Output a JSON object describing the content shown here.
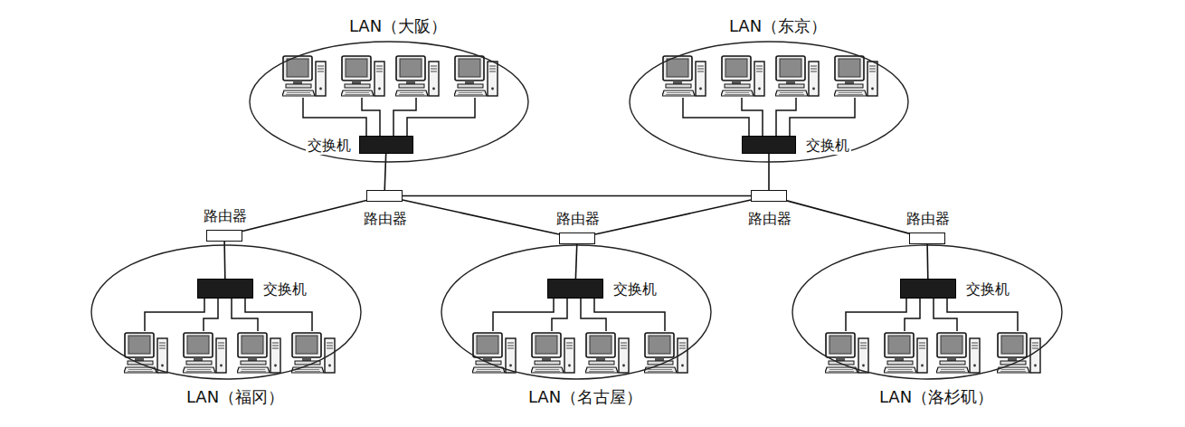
{
  "diagram": {
    "nodes": [
      {
        "text": [
          "LAN（大阪）"
        ]
      },
      {
        "text": [
          "交换机"
        ],
        "in": 0
      },
      {
        "text": [
          "LAN（东京）"
        ]
      },
      {
        "text": [
          "交换机"
        ],
        "in": 2
      },
      {
        "text": [
          "路由器"
        ]
      },
      {
        "text": [
          "路由器"
        ]
      },
      {
        "text": [
          "路由器"
        ]
      },
      {
        "text": [
          "路由器"
        ]
      },
      {
        "text": [
          "路由器"
        ]
      },
      {
        "text": [
          "LAN（福冈）"
        ]
      },
      {
        "text": [
          "交换机"
        ],
        "in": 9
      },
      {
        "text": [
          "LAN（名古屋）"
        ]
      },
      {
        "text": [
          "交换机"
        ],
        "in": 11
      },
      {
        "text": [
          "LAN（洛杉矶）"
        ]
      },
      {
        "text": [
          "交换机"
        ],
        "in": 13
      }
    ],
    "edges": [
      {
        "from": 1,
        "to": 4,
        "arrow": "none"
      },
      {
        "from": 3,
        "to": 5,
        "arrow": "none"
      },
      {
        "from": 4,
        "to": 5,
        "arrow": "none"
      },
      {
        "from": 4,
        "to": 6,
        "arrow": "none"
      },
      {
        "from": 4,
        "to": 7,
        "arrow": "none"
      },
      {
        "from": 5,
        "to": 7,
        "arrow": "none"
      },
      {
        "from": 5,
        "to": 8,
        "arrow": "none"
      },
      {
        "from": 6,
        "to": 10,
        "arrow": "none"
      },
      {
        "from": 7,
        "to": 12,
        "arrow": "none"
      },
      {
        "from": 8,
        "to": 14,
        "arrow": "none"
      }
    ]
  }
}
